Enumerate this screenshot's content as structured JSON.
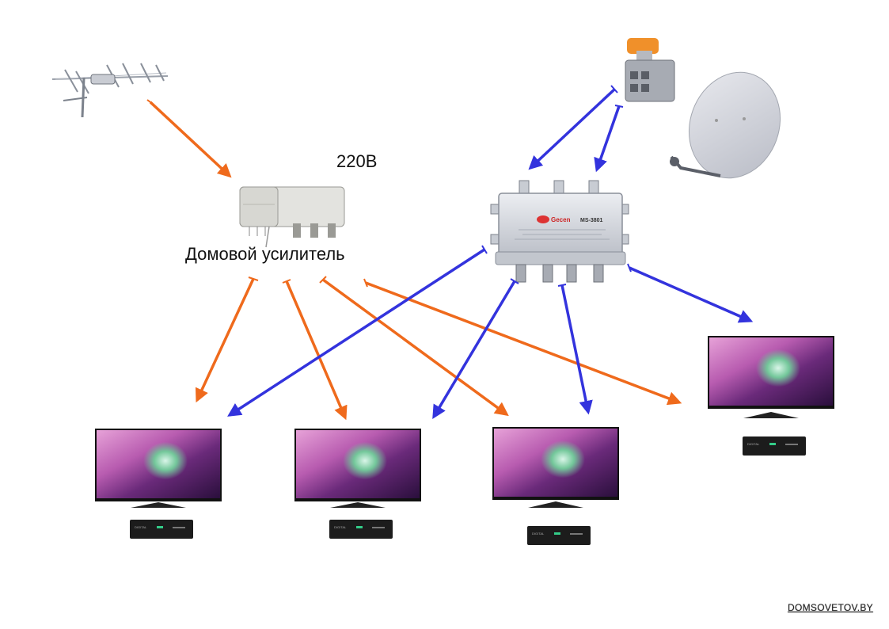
{
  "labels": {
    "power": "220В",
    "amplifier": "Домовой усилитель",
    "watermark": "DOMSOVETOV.BY"
  },
  "device_text": {
    "switch_brand": "Gecen",
    "switch_model": "MS-3801",
    "stb_brand": "DIGITAL"
  },
  "colors": {
    "terrestrial_link": "#ef6a1c",
    "satellite_link": "#3333dd"
  }
}
